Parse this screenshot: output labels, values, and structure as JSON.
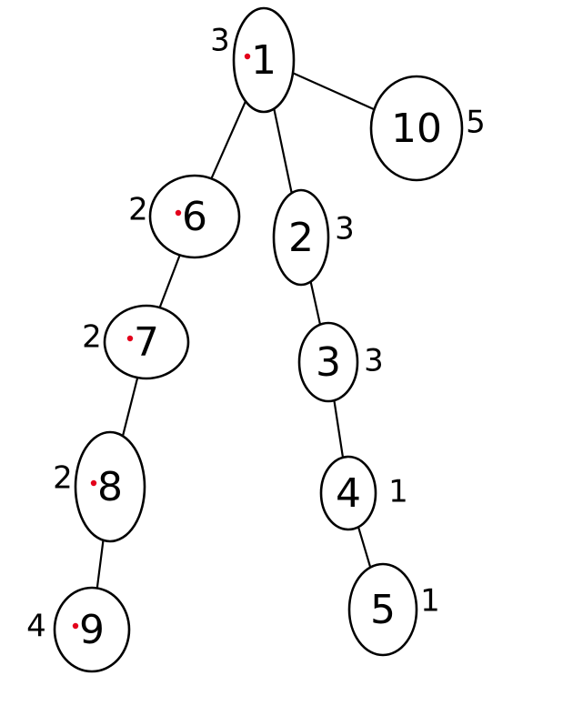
{
  "tree": {
    "nodes": [
      {
        "id": "1",
        "label": "1",
        "side_label": "3",
        "side": "left",
        "marked": true
      },
      {
        "id": "10",
        "label": "10",
        "side_label": "5",
        "side": "right",
        "marked": false
      },
      {
        "id": "6",
        "label": "6",
        "side_label": "2",
        "side": "left",
        "marked": true
      },
      {
        "id": "2",
        "label": "2",
        "side_label": "3",
        "side": "right",
        "marked": false
      },
      {
        "id": "7",
        "label": "7",
        "side_label": "2",
        "side": "left",
        "marked": true
      },
      {
        "id": "3",
        "label": "3",
        "side_label": "3",
        "side": "right",
        "marked": false
      },
      {
        "id": "8",
        "label": "8",
        "side_label": "2",
        "side": "left",
        "marked": true
      },
      {
        "id": "4",
        "label": "4",
        "side_label": "1",
        "side": "right",
        "marked": false
      },
      {
        "id": "9",
        "label": "9",
        "side_label": "4",
        "side": "left",
        "marked": true
      },
      {
        "id": "5",
        "label": "5",
        "side_label": "1",
        "side": "right",
        "marked": false
      }
    ],
    "edges": [
      {
        "from": "1",
        "to": "6"
      },
      {
        "from": "1",
        "to": "2"
      },
      {
        "from": "1",
        "to": "10"
      },
      {
        "from": "6",
        "to": "7"
      },
      {
        "from": "7",
        "to": "8"
      },
      {
        "from": "8",
        "to": "9"
      },
      {
        "from": "2",
        "to": "3"
      },
      {
        "from": "3",
        "to": "4"
      },
      {
        "from": "4",
        "to": "5"
      }
    ]
  },
  "colors": {
    "stroke": "#000000",
    "mark": "#e3001b",
    "background": "#ffffff"
  }
}
